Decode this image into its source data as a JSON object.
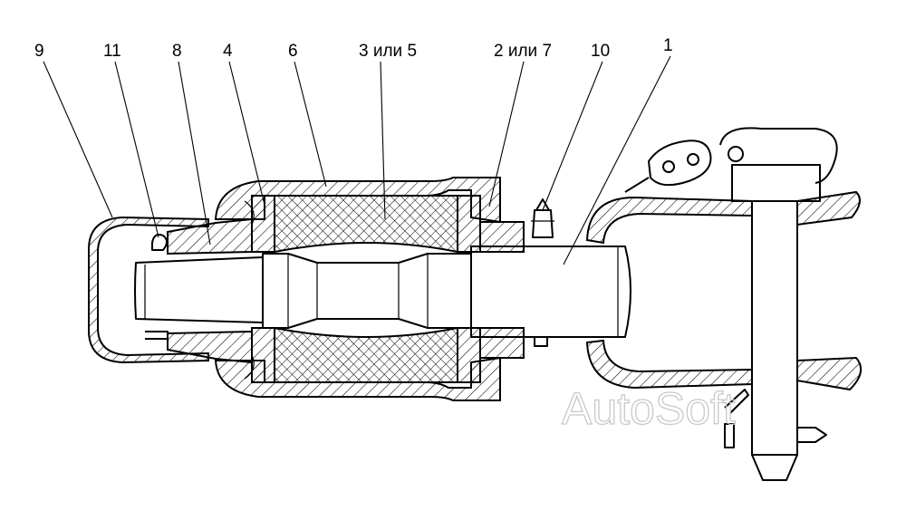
{
  "callouts": [
    {
      "id": "9",
      "text": "9"
    },
    {
      "id": "11",
      "text": "11"
    },
    {
      "id": "8",
      "text": "8"
    },
    {
      "id": "4",
      "text": "4"
    },
    {
      "id": "6",
      "text": "6"
    },
    {
      "id": "3",
      "text": "3 или 5"
    },
    {
      "id": "2",
      "text": "2 или 7"
    },
    {
      "id": "10",
      "text": "10"
    },
    {
      "id": "1",
      "text": "1"
    }
  ],
  "watermark": "AutoSoft",
  "colors": {
    "line": "#000000",
    "background": "#ffffff",
    "watermark": "#c9c9c9"
  }
}
